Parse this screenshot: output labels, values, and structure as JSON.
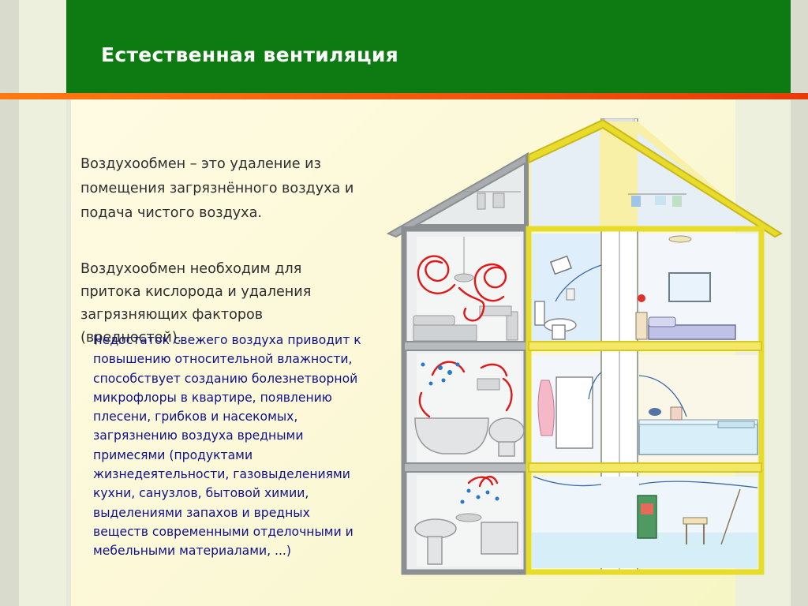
{
  "slide": {
    "title": "Естественная вентиляция",
    "paragraph1": "Воздухообмен – это удаление из помещения загрязнённого воздуха и подача чистого воздуха.",
    "paragraph2": "Воздухообмен необходим для притока кислорода и удаления загрязняющих факторов (вредностей).",
    "paragraph3": "Недостаток свежего воздуха приводит к повышению относительной влажности, способствует созданию болезнетворной микрофлоры в квартире, появлению плесени, грибков и насекомых, загрязнению воздуха вредными примесями (продуктами жизнедеятельности, газовыделениями кухни, санузлов, бытовой химии, выделениями запахов и вредных веществ современными отделочными и мебельными материалами, ...)"
  },
  "colors": {
    "header_green": "#0e7a12",
    "accent_orange": "#ff7a10",
    "house_gray": "#8c8f92",
    "house_yellow": "#e8dc2a",
    "airflow_red": "#e01818",
    "text_blue": "#10108a"
  }
}
